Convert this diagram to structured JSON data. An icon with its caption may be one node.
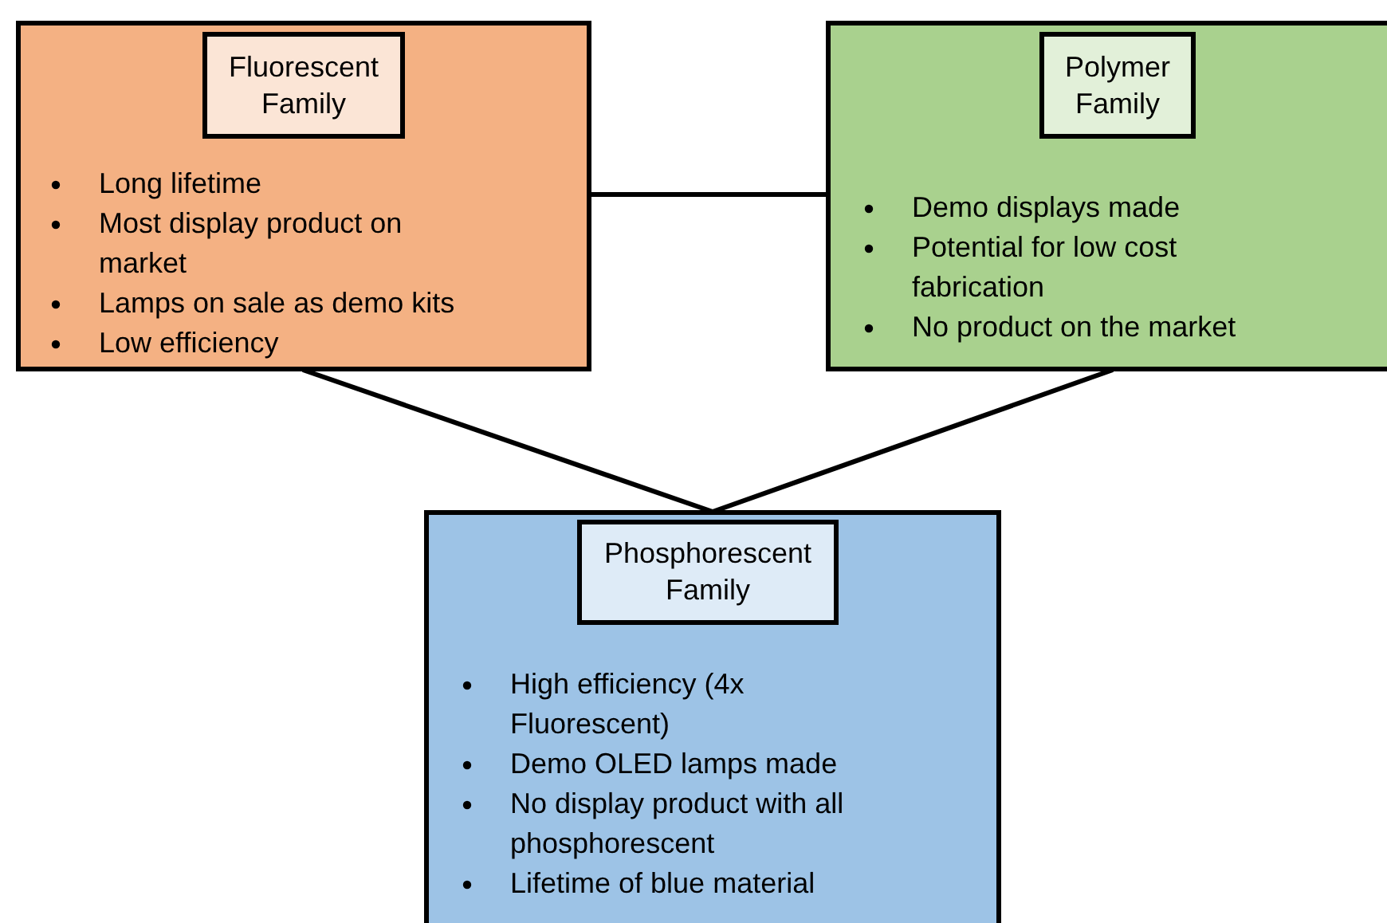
{
  "diagram": {
    "nodes": [
      {
        "text": [
          "Long lifetime",
          "Most display product on market",
          "Lamps on sale as demo kits",
          "Low efficiency"
        ]
      },
      {
        "text": [
          "Fluorescent Family"
        ],
        "in": 0
      },
      {
        "text": [
          "Demo displays made",
          "Potential for low cost fabrication",
          "No product on the market"
        ]
      },
      {
        "text": [
          "Polymer Family"
        ],
        "in": 2
      },
      {
        "text": [
          "High efficiency (4x Fluorescent)",
          "Demo OLED lamps made",
          "No display product with all phosphorescent",
          "Lifetime of blue material"
        ]
      },
      {
        "text": [
          "Phosphorescent Family"
        ],
        "in": 4
      }
    ],
    "edges": [
      {
        "from": 0,
        "to": 2,
        "arrow": "none"
      },
      {
        "from": 0,
        "to": 4,
        "arrow": "none"
      },
      {
        "from": 2,
        "to": 4,
        "arrow": "none"
      }
    ]
  }
}
